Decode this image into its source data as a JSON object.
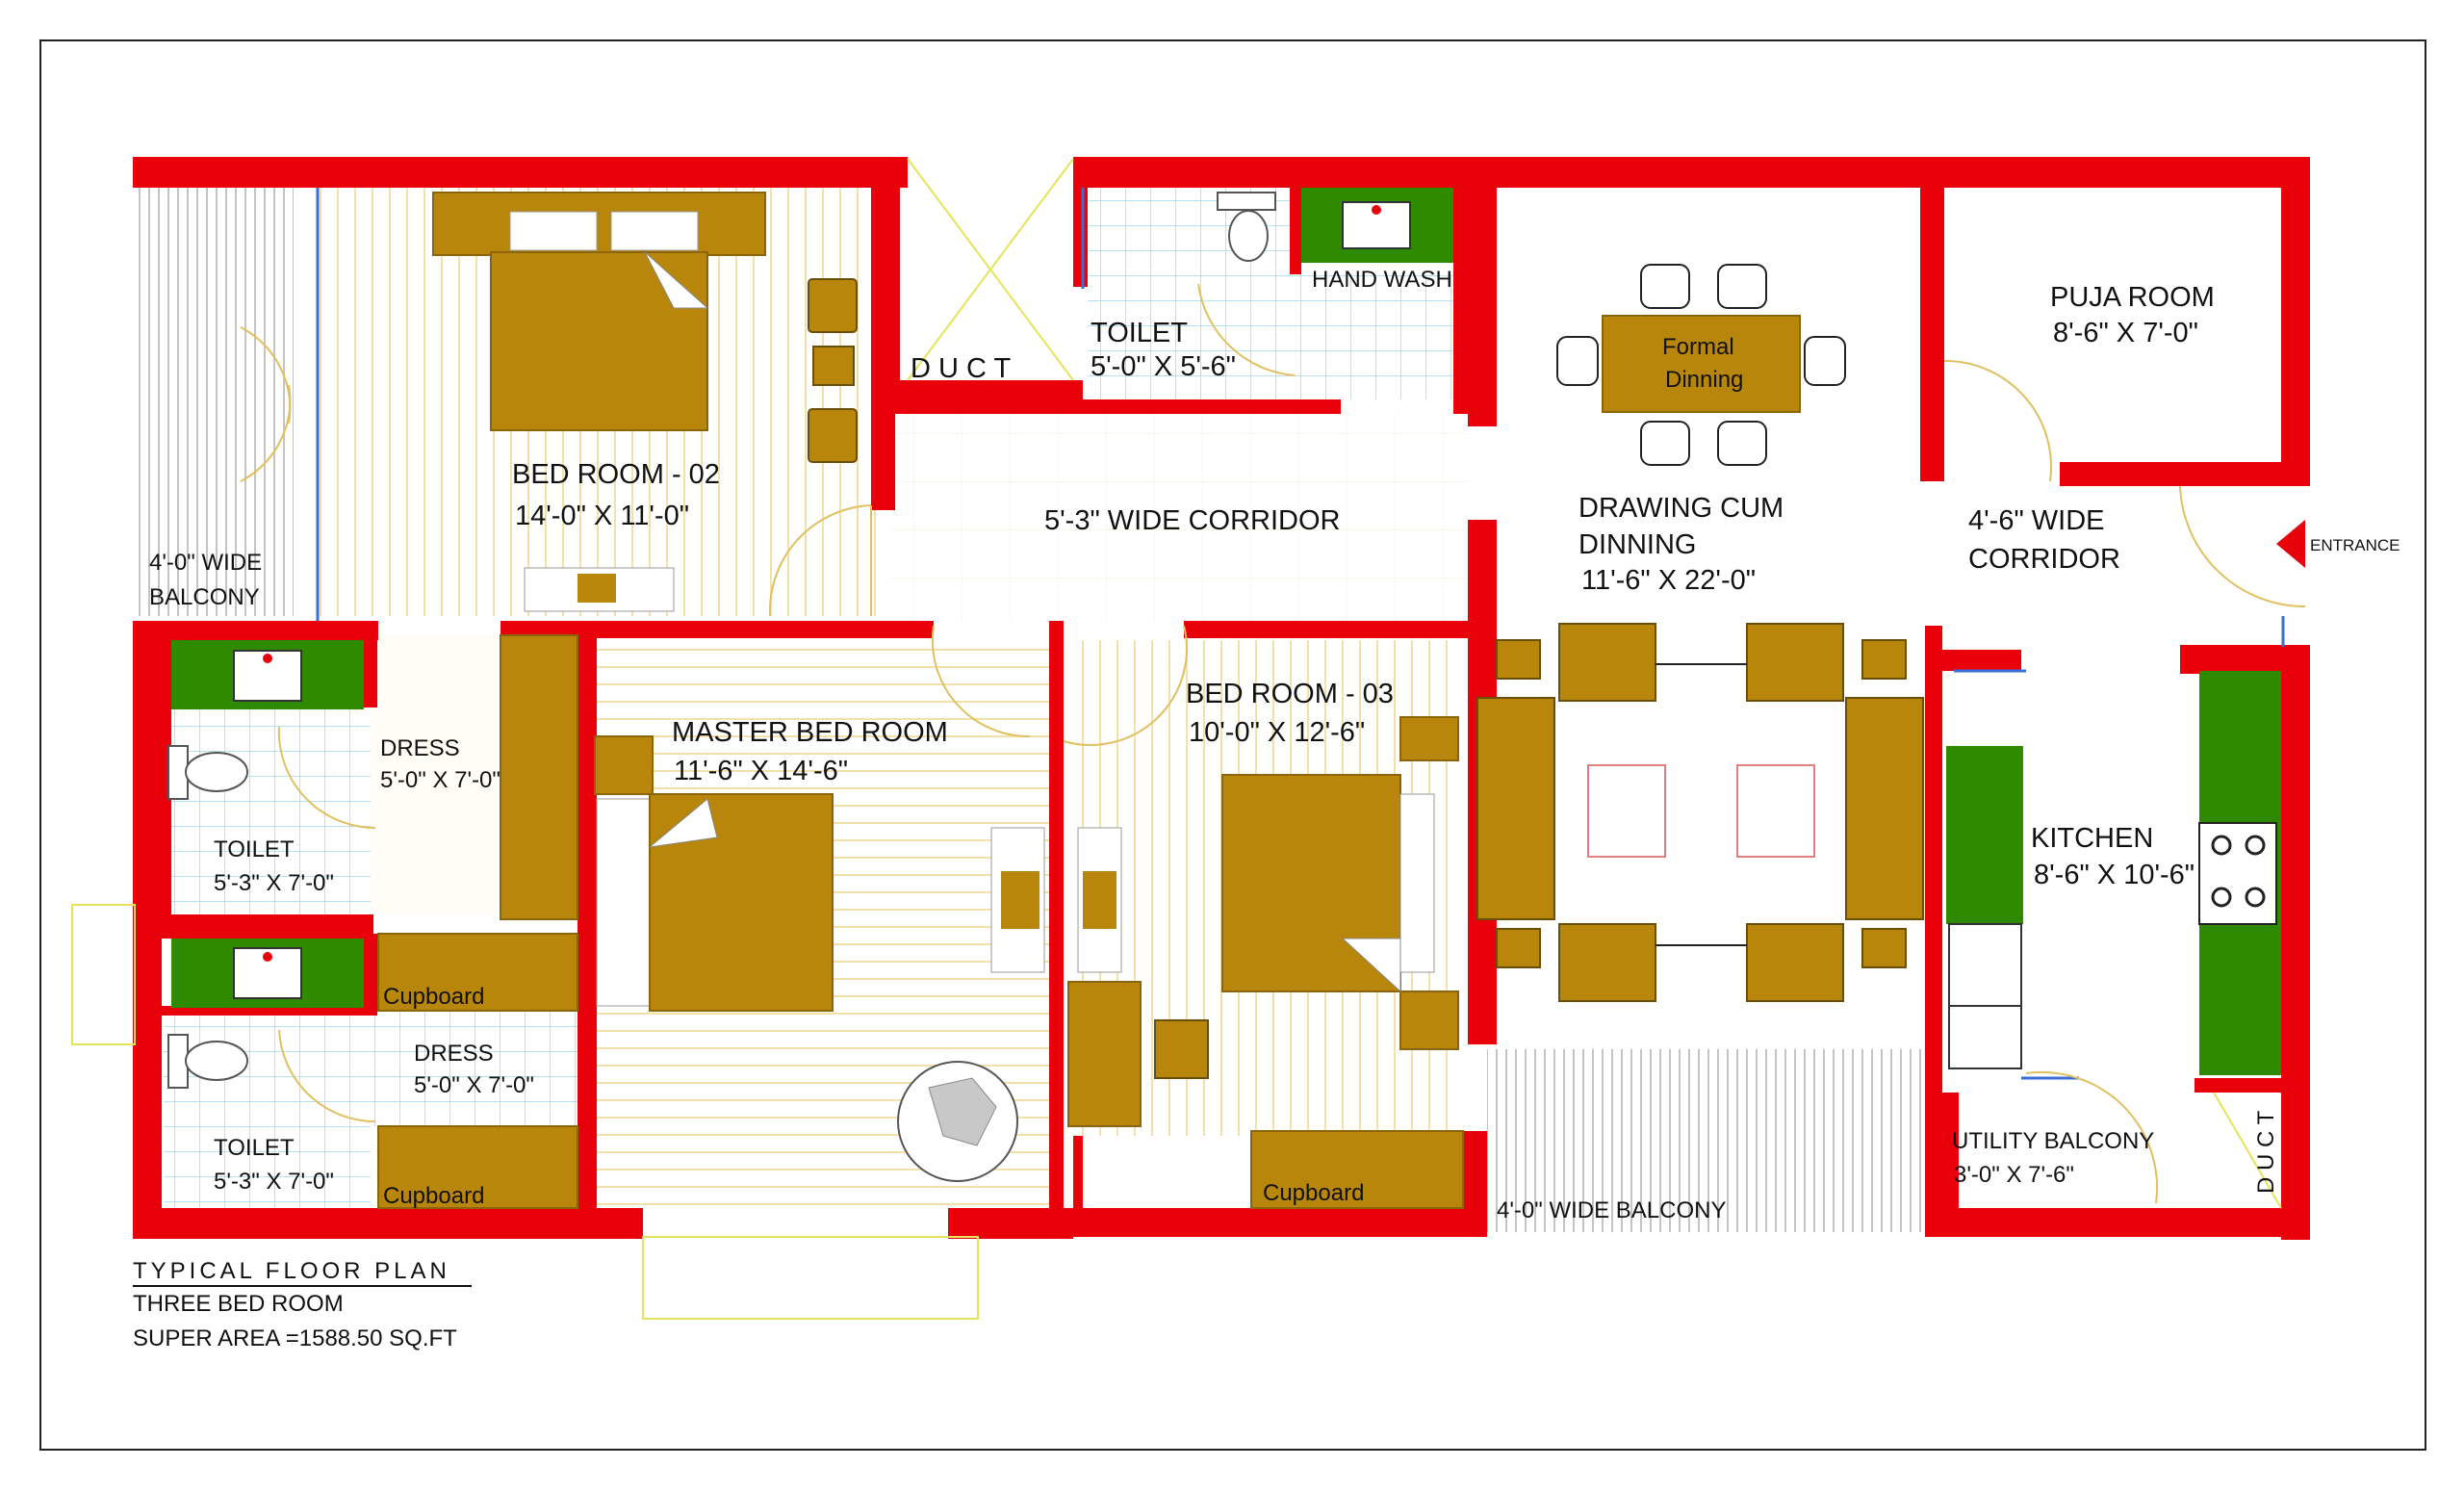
{
  "rooms": {
    "bed_room_02": {
      "name": "BED ROOM - 02",
      "size": "14'-0\" X 11'-0\""
    },
    "master_bed_room": {
      "name": "MASTER BED ROOM",
      "size": "11'-6\" X 14'-6\""
    },
    "bed_room_03": {
      "name": "BED ROOM - 03",
      "size": "10'-0\" X 12'-6\""
    },
    "toilet_top": {
      "name": "TOILET",
      "size": "5'-0\" X 5'-6\""
    },
    "hand_wash": "HAND WASH",
    "drawing": {
      "line1": "DRAWING CUM",
      "line2": "DINNING",
      "size": "11'-6\" X 22'-0\""
    },
    "formal_dining": {
      "line1": "Formal",
      "line2": "Dinning"
    },
    "puja_room": {
      "name": "PUJA ROOM",
      "size": "8'-6\" X 7'-0\""
    },
    "corridor_main": "5'-3\" WIDE CORRIDOR",
    "corridor_side": {
      "line1": "4'-6\" WIDE",
      "line2": "CORRIDOR"
    },
    "entrance": "ENTRANCE",
    "kitchen": {
      "name": "KITCHEN",
      "size": "8'-6\" X 10'-6\""
    },
    "utility": {
      "name": "UTILITY BALCONY",
      "size": "3'-0\" X 7'-6\""
    },
    "balcony_left": {
      "line1": "4'-0\" WIDE",
      "line2": "BALCONY"
    },
    "balcony_bottom": "4'-0\" WIDE BALCONY",
    "dress_1": {
      "name": "DRESS",
      "size": "5'-0\" X 7'-0\""
    },
    "dress_2": {
      "name": "DRESS",
      "size": "5'-0\" X 7'-0\""
    },
    "toilet_1": {
      "name": "TOILET",
      "size": "5'-3\" X 7'-0\""
    },
    "toilet_2": {
      "name": "TOILET",
      "size": "5'-3\" X 7'-0\""
    },
    "cupboard_1": "Cupboard",
    "cupboard_2": "Cupboard",
    "cupboard_3": "Cupboard",
    "duct_top": "D U C T",
    "duct_right": "D U C T"
  },
  "caption": {
    "title": "TYPICAL FLOOR PLAN",
    "subtitle": "THREE BED ROOM",
    "area": "SUPER AREA =1588.50 SQ.FT"
  },
  "colors": {
    "wall": "#e8000b",
    "furniture": "#b8860b",
    "furniture_dark": "#8b6508",
    "counter": "#2e8b00",
    "tile": "#9fd8ef",
    "floor_line": "#f4e4b0",
    "door_arc": "#e0c060",
    "glass": "#3a6fd8",
    "balcony_line": "#c8c8c8"
  }
}
